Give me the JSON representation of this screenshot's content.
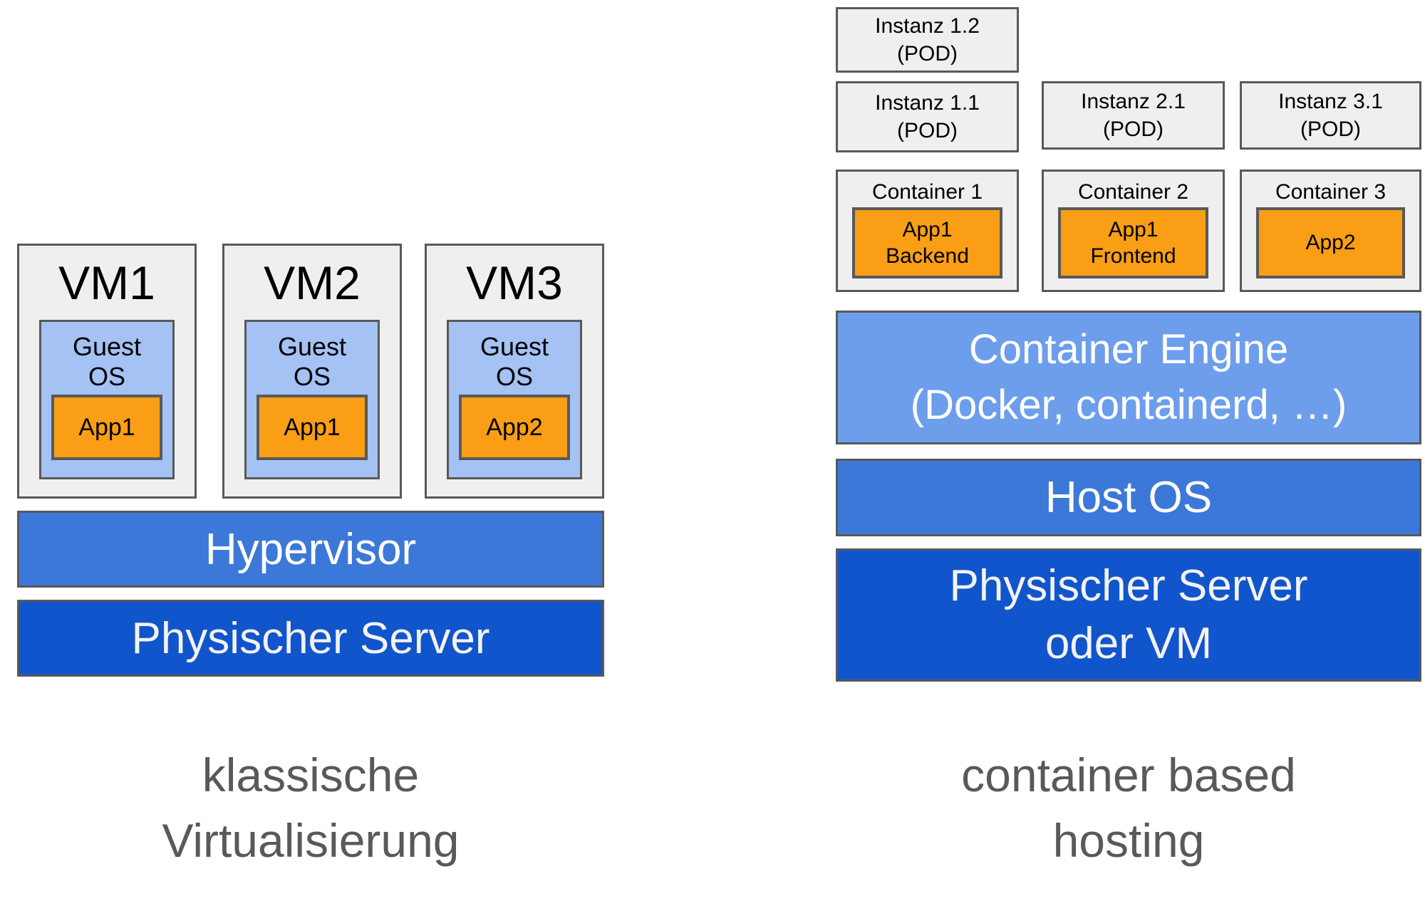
{
  "colors": {
    "box_fill": "#efefef",
    "box_border": "#595959",
    "guest_os_fill": "#a4c2f4",
    "app_fill": "#f99e15",
    "engine_fill": "#6d9eeb",
    "mid_blue": "#3c78d8",
    "dark_blue": "#1155cc",
    "caption_text": "#595959"
  },
  "left": {
    "vms": [
      {
        "title": "VM1",
        "os": "Guest\nOS",
        "app": "App1"
      },
      {
        "title": "VM2",
        "os": "Guest\nOS",
        "app": "App1"
      },
      {
        "title": "VM3",
        "os": "Guest\nOS",
        "app": "App2"
      }
    ],
    "hypervisor": "Hypervisor",
    "server": "Physischer Server",
    "caption": "klassische\nVirtualisierung"
  },
  "right": {
    "pods": [
      {
        "label": "Instanz 1.2\n(POD)"
      },
      {
        "label": "Instanz 1.1\n(POD)"
      },
      {
        "label": "Instanz 2.1\n(POD)"
      },
      {
        "label": "Instanz 3.1\n(POD)"
      }
    ],
    "containers": [
      {
        "title": "Container 1",
        "app": "App1\nBackend"
      },
      {
        "title": "Container 2",
        "app": "App1\nFrontend"
      },
      {
        "title": "Container 3",
        "app": "App2"
      }
    ],
    "engine": "Container Engine\n(Docker, containerd, …)",
    "host_os": "Host OS",
    "server": "Physischer Server\noder VM",
    "caption": "container based\nhosting"
  }
}
